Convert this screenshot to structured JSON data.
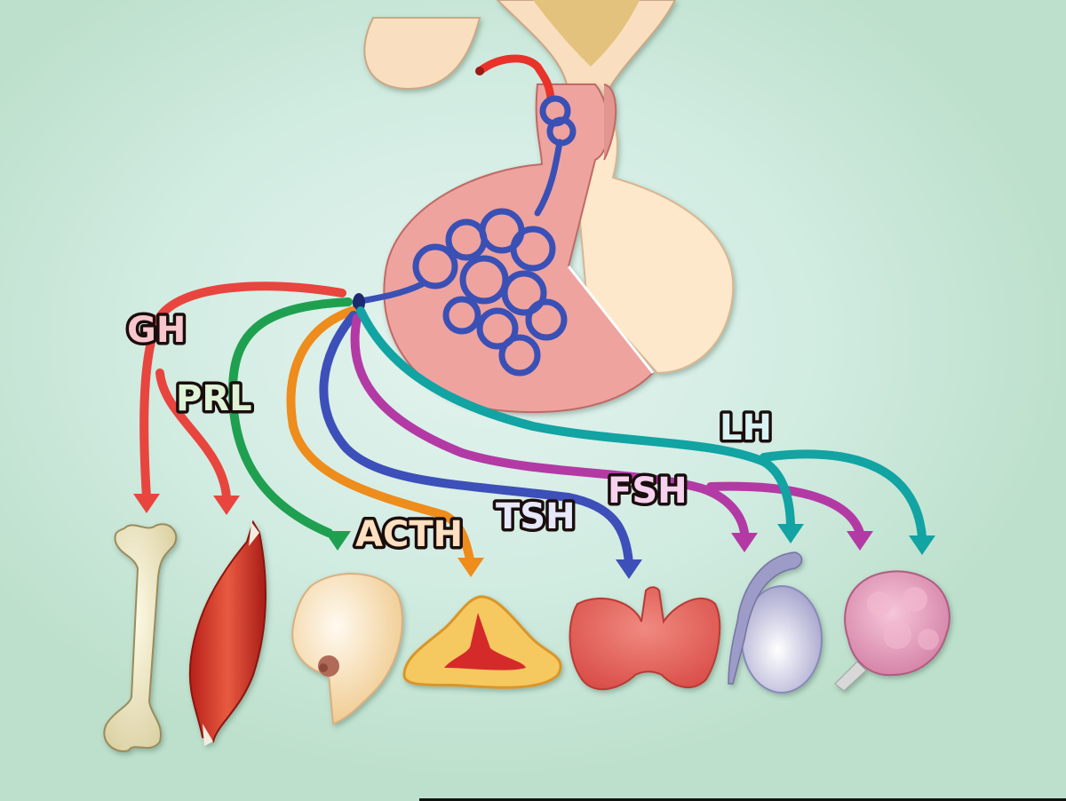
{
  "title": "Anterior pituitary hormones and their target organs",
  "colors": {
    "background": "#bde0cc",
    "background_glow": "#dff1ea",
    "pituitary_anterior": "#eea39f",
    "pituitary_posterior": "#fde8cc",
    "hypothalamus": "#f9dfbf",
    "portal_vein": "#3a50b5",
    "artery": "#e8322a"
  },
  "hormones": [
    {
      "id": "gh",
      "label": "GH",
      "color": "#e8453e",
      "fill": "#f8c6cc",
      "targets": [
        "bone",
        "muscle"
      ]
    },
    {
      "id": "prl",
      "label": "PRL",
      "color": "#1fa050",
      "fill": "#dff3d6",
      "targets": [
        "breast"
      ]
    },
    {
      "id": "acth",
      "label": "ACTH",
      "color": "#ee8c1c",
      "fill": "#fde0c0",
      "targets": [
        "adrenal"
      ]
    },
    {
      "id": "tsh",
      "label": "TSH",
      "color": "#3d4fb8",
      "fill": "#e6e8fb",
      "targets": [
        "thyroid"
      ]
    },
    {
      "id": "fsh",
      "label": "FSH",
      "color": "#b33aa4",
      "fill": "#f6d2ef",
      "targets": [
        "testis",
        "ovary"
      ]
    },
    {
      "id": "lh",
      "label": "LH",
      "color": "#12a3a3",
      "fill": "#d9f3f4",
      "targets": [
        "testis",
        "ovary"
      ]
    }
  ],
  "organs": [
    {
      "id": "bone",
      "name": "Bone"
    },
    {
      "id": "muscle",
      "name": "Muscle"
    },
    {
      "id": "breast",
      "name": "Mammary gland"
    },
    {
      "id": "adrenal",
      "name": "Adrenal cortex"
    },
    {
      "id": "thyroid",
      "name": "Thyroid"
    },
    {
      "id": "testis",
      "name": "Testis"
    },
    {
      "id": "ovary",
      "name": "Ovary"
    }
  ]
}
